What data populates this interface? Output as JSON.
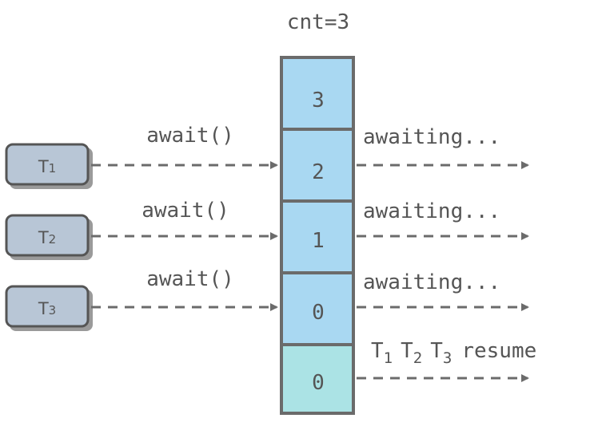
{
  "title": "cnt=3",
  "threads": [
    {
      "label": "T",
      "sub": "1"
    },
    {
      "label": "T",
      "sub": "2"
    },
    {
      "label": "T",
      "sub": "3"
    }
  ],
  "call_labels": [
    "await()",
    "await()",
    "await()"
  ],
  "counter_cells": [
    "3",
    "2",
    "1",
    "0",
    "0"
  ],
  "status_labels": [
    "awaiting...",
    "awaiting...",
    "awaiting..."
  ],
  "resume": {
    "t1": "T",
    "t1_sub": "1",
    "t2": "T",
    "t2_sub": "2",
    "t3": "T",
    "t3_sub": "3",
    "text": "resume"
  },
  "colors": {
    "cell": "#a9d8f2",
    "cell_final": "#abe3e5",
    "thread": "#b8c6d6",
    "stroke": "#6b6b6b"
  }
}
